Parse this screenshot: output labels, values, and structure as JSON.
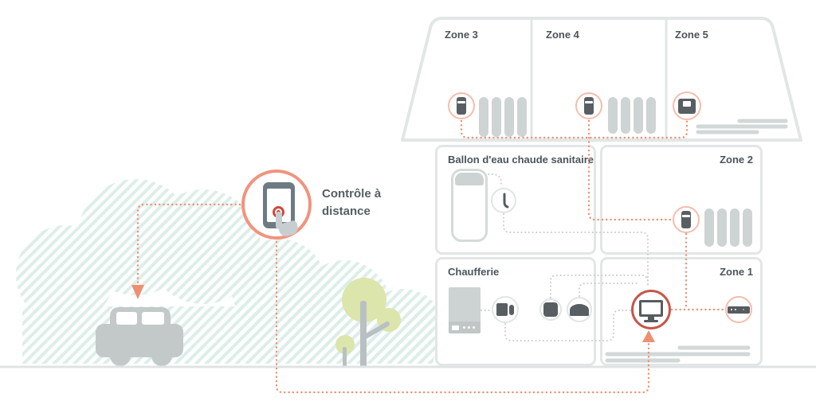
{
  "remote_control": {
    "label": "Contrôle à distance",
    "icon": "smartphone-touch-icon"
  },
  "house": {
    "attic": {
      "zones": [
        {
          "label": "Zone 3",
          "device": "radiator-valve-icon",
          "has_radiator": true
        },
        {
          "label": "Zone 4",
          "device": "radiator-valve-icon",
          "has_radiator": true
        },
        {
          "label": "Zone 5",
          "device": "floor-heating-thermostat-icon",
          "has_floor_heating": true
        }
      ]
    },
    "first_floor": {
      "rooms": [
        {
          "label": "Ballon d'eau chaude sanitaire",
          "device": "temperature-probe-icon"
        },
        {
          "label": "Zone 2",
          "device": "radiator-valve-icon",
          "has_radiator": true
        }
      ]
    },
    "ground_floor": {
      "rooms": [
        {
          "label": "Chaufferie",
          "devices": [
            "boiler-icon",
            "boiler-relay-icon",
            "control-module-icon",
            "gateway-bridge-icon"
          ]
        },
        {
          "label": "Zone 1",
          "devices": [
            "wall-thermostat-icon",
            "internet-router-icon"
          ],
          "has_floor_heating": true
        }
      ]
    }
  },
  "scene": {
    "decorations": [
      "striped-hills",
      "car-icon",
      "tree-icon",
      "small-tree-icon",
      "ground-line"
    ]
  },
  "colors": {
    "accent_orange": "#EE8F72",
    "circle_salmon": "#F6BDAB",
    "accent_red": "#C5574B",
    "target_red": "#D2473C",
    "line_gray": "#C7CCCC",
    "wall_gray": "#E3E6E6",
    "device_dark": "#585E62",
    "radiator_gray": "#CED3D3",
    "stripe_mint": "#DDEEEA",
    "tree_green": "#DCE5AB",
    "label_text": "#4B555B"
  }
}
